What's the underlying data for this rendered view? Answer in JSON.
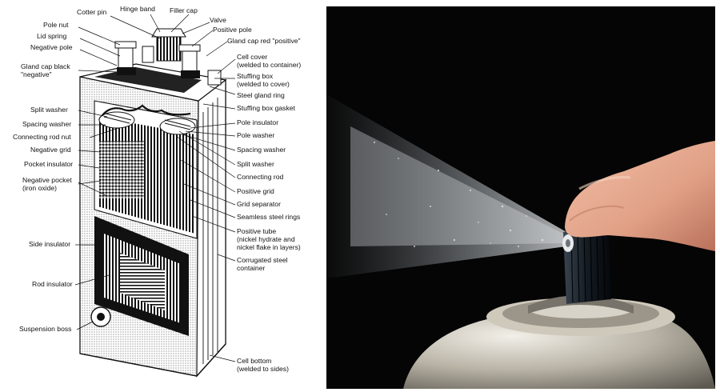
{
  "diagram": {
    "callouts": [
      {
        "id": "cotter-pin",
        "lines": [
          "Cotter pin"
        ]
      },
      {
        "id": "hinge-band",
        "lines": [
          "Hinge band"
        ]
      },
      {
        "id": "filler-cap",
        "lines": [
          "Filler cap"
        ]
      },
      {
        "id": "valve",
        "lines": [
          "Valve"
        ]
      },
      {
        "id": "pole-nut",
        "lines": [
          "Pole nut"
        ]
      },
      {
        "id": "positive-pole",
        "lines": [
          "Positive pole"
        ]
      },
      {
        "id": "lid-spring",
        "lines": [
          "Lid spring"
        ]
      },
      {
        "id": "gland-cap-red",
        "lines": [
          "Gland cap red \"positive\""
        ]
      },
      {
        "id": "negative-pole",
        "lines": [
          "Negative pole"
        ]
      },
      {
        "id": "cell-cover",
        "lines": [
          "Cell cover",
          "(welded to container)"
        ]
      },
      {
        "id": "gland-cap-black",
        "lines": [
          "Gland cap black",
          "\"negative\""
        ]
      },
      {
        "id": "stuffing-box",
        "lines": [
          "Stuffing box",
          "(welded to cover)"
        ]
      },
      {
        "id": "steel-gland-ring",
        "lines": [
          "Steel gland ring"
        ]
      },
      {
        "id": "split-washer-left",
        "lines": [
          "Split washer"
        ]
      },
      {
        "id": "stuffing-box-gasket",
        "lines": [
          "Stuffing box gasket"
        ]
      },
      {
        "id": "spacing-washer-left",
        "lines": [
          "Spacing washer"
        ]
      },
      {
        "id": "pole-insulator",
        "lines": [
          "Pole insulator"
        ]
      },
      {
        "id": "connecting-rod-nut",
        "lines": [
          "Connecting rod nut"
        ]
      },
      {
        "id": "pole-washer",
        "lines": [
          "Pole washer"
        ]
      },
      {
        "id": "negative-grid",
        "lines": [
          "Negative grid"
        ]
      },
      {
        "id": "spacing-washer-right",
        "lines": [
          "Spacing washer"
        ]
      },
      {
        "id": "pocket-insulator",
        "lines": [
          "Pocket insulator"
        ]
      },
      {
        "id": "split-washer-right",
        "lines": [
          "Split washer"
        ]
      },
      {
        "id": "negative-pocket",
        "lines": [
          "Negative pocket",
          "(iron oxide)"
        ]
      },
      {
        "id": "connecting-rod",
        "lines": [
          "Connecting rod"
        ]
      },
      {
        "id": "positive-grid",
        "lines": [
          "Positive grid"
        ]
      },
      {
        "id": "grid-separator",
        "lines": [
          "Grid separator"
        ]
      },
      {
        "id": "seamless-steel-rings",
        "lines": [
          "Seamless steel rings"
        ]
      },
      {
        "id": "positive-tube",
        "lines": [
          "Positive tube",
          "(nickel hydrate and",
          "nickel flake in layers)"
        ]
      },
      {
        "id": "side-insulator",
        "lines": [
          "Side insulator"
        ]
      },
      {
        "id": "corrugated-steel-container",
        "lines": [
          "Corrugated steel",
          "container"
        ]
      },
      {
        "id": "rod-insulator",
        "lines": [
          "Rod insulator"
        ]
      },
      {
        "id": "suspension-boss",
        "lines": [
          "Suspension boss"
        ]
      },
      {
        "id": "cell-bottom",
        "lines": [
          "Cell bottom",
          "(welded to sides)"
        ]
      }
    ]
  },
  "photo": {
    "subject": "aerosol spray can nozzle pressed by a finger, releasing a fine mist",
    "colors": {
      "background": "#050505",
      "skin": "#e6a98f",
      "nozzle": "#111820",
      "can_metal": "#b9b3a6",
      "mist": "#cfd6dc"
    }
  }
}
